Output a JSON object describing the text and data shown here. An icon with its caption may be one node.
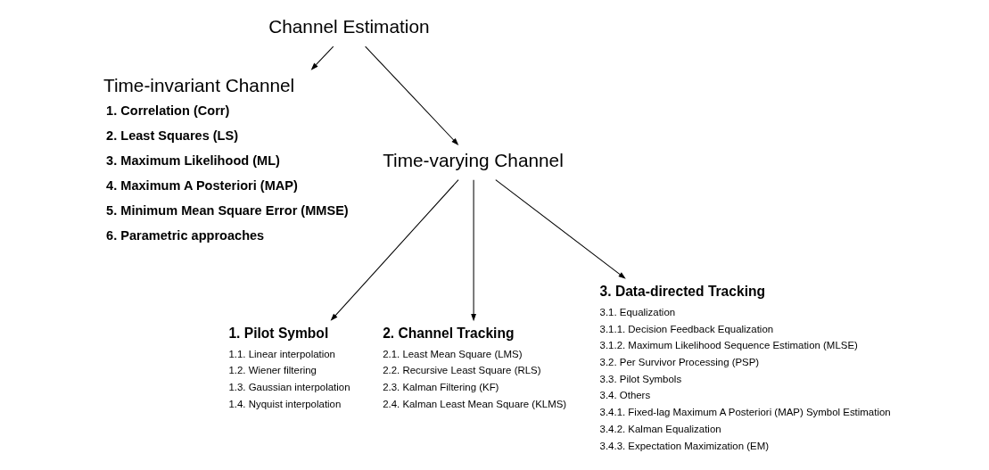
{
  "diagram": {
    "nodes": [
      {
        "text": [
          "Channel Estimation"
        ]
      },
      {
        "text": [
          "Time-invariant Channel",
          "1. Correlation (Corr)",
          "2. Least Squares (LS)",
          "3. Maximum Likelihood (ML)",
          "4. Maximum A Posteriori (MAP)",
          "5. Minimum Mean Square Error (MMSE)",
          "6. Parametric approaches"
        ]
      },
      {
        "text": [
          "Time-varying Channel"
        ]
      },
      {
        "text": [
          "1. Pilot Symbol",
          "1.1. Linear interpolation",
          "1.2. Wiener filtering",
          "1.3. Gaussian interpolation",
          "1.4. Nyquist interpolation"
        ]
      },
      {
        "text": [
          "2. Channel Tracking",
          "2.1. Least Mean Square (LMS)",
          "2.2. Recursive Least Square (RLS)",
          "2.3. Kalman Filtering (KF)",
          "2.4. Kalman Least Mean Square (KLMS)"
        ]
      },
      {
        "text": [
          "3. Data-directed Tracking",
          "3.1. Equalization",
          "3.1.1. Decision Feedback Equalization",
          "3.1.2. Maximum Likelihood Sequence Estimation (MLSE)",
          "3.2. Per Survivor Processing (PSP)",
          "3.3. Pilot Symbols",
          "3.4. Others",
          "3.4.1. Fixed-lag Maximum A Posteriori (MAP) Symbol Estimation",
          "3.4.2. Kalman Equalization",
          "3.4.3. Expectation Maximization (EM)"
        ]
      }
    ],
    "edges": [
      {
        "from": 0,
        "to": 1,
        "arrow": "to"
      },
      {
        "from": 0,
        "to": 2,
        "arrow": "to"
      },
      {
        "from": 2,
        "to": 3,
        "arrow": "to"
      },
      {
        "from": 2,
        "to": 4,
        "arrow": "to"
      },
      {
        "from": 2,
        "to": 5,
        "arrow": "to"
      }
    ]
  }
}
